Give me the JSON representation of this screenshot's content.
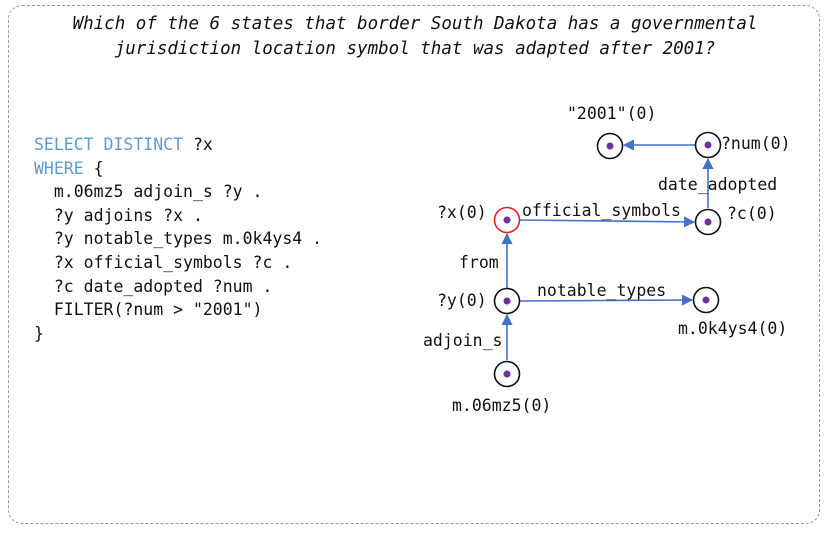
{
  "question": {
    "line1": "Which of the 6 states that border South Dakota has a governmental",
    "line2": "jurisdiction location symbol that was adapted after 2001?"
  },
  "query": {
    "select_kw": "SELECT DISTINCT",
    "select_var": " ?x",
    "where_kw": "WHERE",
    "where_open": " {",
    "lines": [
      "  m.06mz5 adjoin_s ?y .",
      "  ?y adjoins ?x .",
      "  ?y notable_types m.0k4ys4 .",
      "  ?x official_symbols ?c .",
      "  ?c date_adopted ?num .",
      "  FILTER(?num > \"2001\")"
    ],
    "close": "}"
  },
  "graph": {
    "nodes": {
      "n2001": "\"2001\"(0)",
      "num": "?num(0)",
      "x": "?x(0)",
      "c": "?c(0)",
      "y": "?y(0)",
      "type": "m.0k4ys4(0)",
      "src": "m.06mz5(0)"
    },
    "edges": {
      "num_2001": "",
      "c_num": "date_adopted",
      "x_c": "official_symbols",
      "y_x": "from",
      "y_type": "notable_types",
      "src_y": "adjoin_s"
    },
    "colors": {
      "node_border": "#111111",
      "target_border": "#e02020",
      "node_dot": "#7030a0",
      "edge": "#4472c4"
    }
  }
}
